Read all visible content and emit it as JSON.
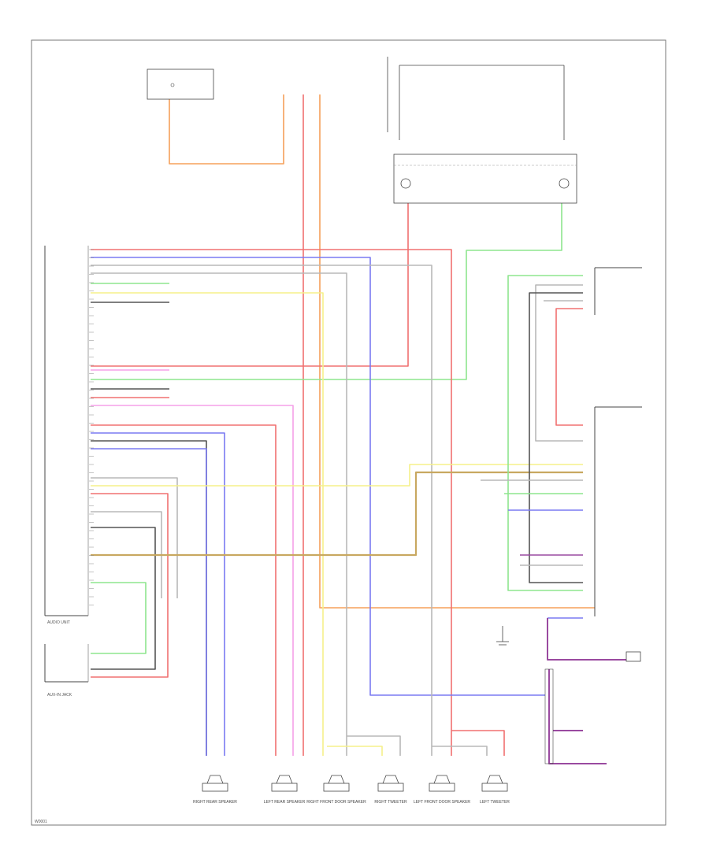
{
  "palette": {
    "red": "#f07070",
    "blue": "#7a7af2",
    "yellow": "#f5f08a",
    "orange": "#f5a05a",
    "green": "#8ee58e",
    "pink": "#f5a0e8",
    "purple": "#9a4aa0",
    "gray": "#b8b8b8",
    "dark": "#555555",
    "tan": "#c8a860",
    "black": "#222222"
  },
  "labels": {
    "radio_unit": "AUDIO UNIT",
    "aux_jack": "AUX-IN JACK",
    "speakers": [
      "RIGHT REAR SPEAKER",
      "LEFT REAR SPEAKER",
      "RIGHT FRONT DOOR SPEAKER",
      "RIGHT TWEETER",
      "LEFT FRONT DOOR SPEAKER",
      "LEFT TWEETER"
    ],
    "corner_code": "W0001"
  }
}
